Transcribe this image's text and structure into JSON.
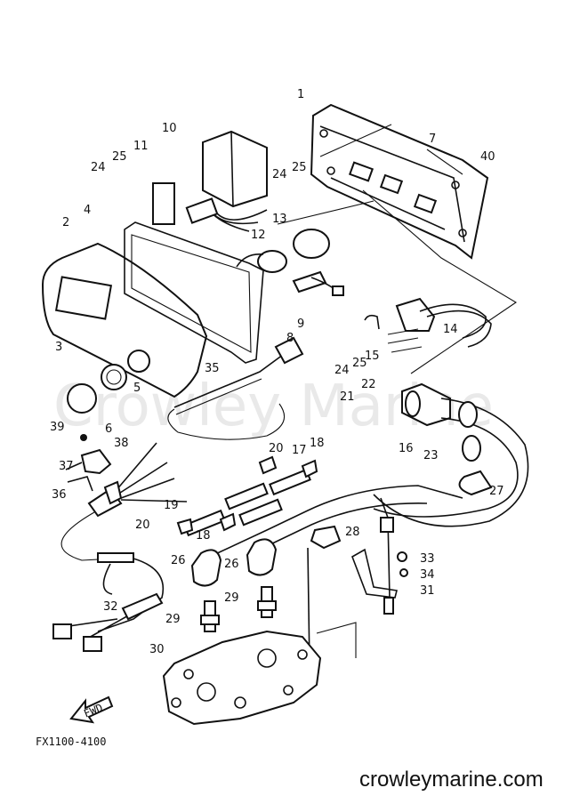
{
  "watermark": "Crowley Marine",
  "drawing_code": "FX1100-4100",
  "fwd_label": "FWD",
  "site": "crowleymarine.com",
  "callouts": [
    "1",
    "2",
    "3",
    "4",
    "5",
    "6",
    "7",
    "8",
    "9",
    "10",
    "11",
    "12",
    "13",
    "14",
    "15",
    "16",
    "17",
    "18",
    "18",
    "19",
    "20",
    "20",
    "21",
    "22",
    "23",
    "24",
    "24",
    "24",
    "25",
    "25",
    "25",
    "26",
    "26",
    "27",
    "28",
    "29",
    "29",
    "30",
    "31",
    "32",
    "33",
    "34",
    "35",
    "36",
    "37",
    "38",
    "39",
    "40"
  ]
}
